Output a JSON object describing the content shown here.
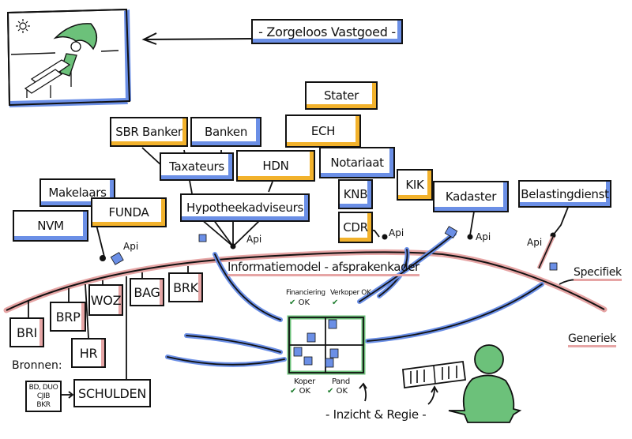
{
  "title_box": {
    "text": "- Zorgeloos Vastgoed -"
  },
  "top_boxes": [
    {
      "id": "stater",
      "text": "Stater",
      "accent": "orange"
    },
    {
      "id": "sbr-banker",
      "text": "SBR Banker",
      "accent": "orange"
    },
    {
      "id": "banken",
      "text": "Banken",
      "accent": "blue"
    },
    {
      "id": "ech",
      "text": "ECH",
      "accent": "orange"
    },
    {
      "id": "taxateurs",
      "text": "Taxateurs",
      "accent": "blue"
    },
    {
      "id": "hdn",
      "text": "HDN",
      "accent": "orange"
    },
    {
      "id": "notariaat",
      "text": "Notariaat",
      "accent": "blue"
    },
    {
      "id": "makelaars",
      "text": "Makelaars",
      "accent": "blue"
    },
    {
      "id": "knb",
      "text": "KNB",
      "accent": "blue"
    },
    {
      "id": "kik",
      "text": "KIK",
      "accent": "orange"
    },
    {
      "id": "kadaster",
      "text": "Kadaster",
      "accent": "blue"
    },
    {
      "id": "belastingdienst",
      "text": "Belastingdienst",
      "accent": "blue"
    },
    {
      "id": "nvm",
      "text": "NVM",
      "accent": "blue"
    },
    {
      "id": "funda",
      "text": "FUNDA",
      "accent": "orange"
    },
    {
      "id": "hypotheekadviseurs",
      "text": "Hypotheekadviseurs",
      "accent": "blue"
    },
    {
      "id": "cdr",
      "text": "CDR",
      "accent": "orange"
    }
  ],
  "api_label": "Api",
  "infomodel_label": "Informatiemodel - afsprakenkader",
  "layer_labels": {
    "specifiek": "Specifiek",
    "generiek": "Generiek"
  },
  "sources": {
    "heading": "Bronnen:",
    "boxes": [
      "BRI",
      "BRP",
      "WOZ",
      "BAG",
      "BRK",
      "HR",
      "SCHULDEN"
    ],
    "small_box_lines": [
      "BD, DUO",
      "CJIB",
      "BKR"
    ]
  },
  "puzzle": {
    "top_left_label": "Financiering",
    "top_right_label": "Verkoper OK",
    "top_left_status": "OK",
    "bottom_left_label": "Koper",
    "bottom_left_status": "OK",
    "bottom_right_label": "Pand",
    "bottom_right_status": "OK",
    "check_glyph": "✔"
  },
  "footer_label": "- Inzicht & Regie -",
  "colors": {
    "blue_accent": "#6b8fe6",
    "orange_accent": "#f2b22c",
    "pink_line": "#e6a5a5",
    "green": "#6cc17a",
    "ink": "#111111"
  }
}
